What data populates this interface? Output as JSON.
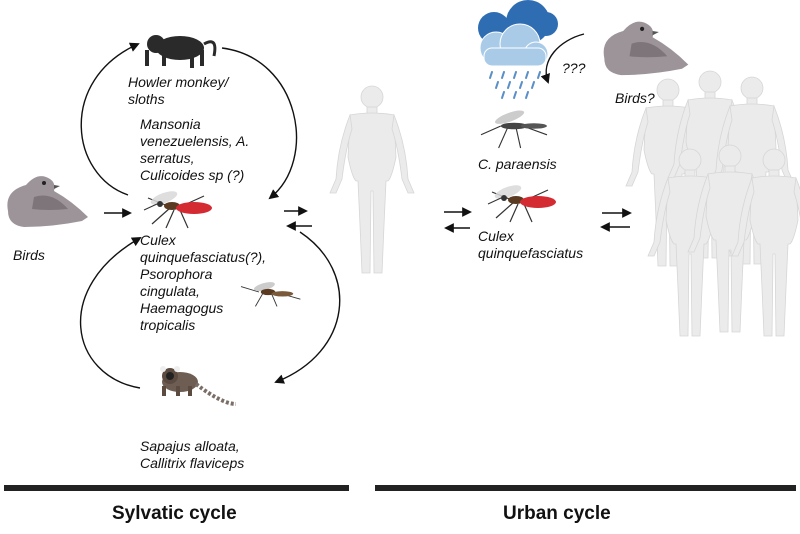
{
  "labels": {
    "howler": "Howler monkey/\nsloths",
    "mansonia": "Mansonia\nvenezuelensis,  A.\nserratus,\nCulicoides sp (?)",
    "birds_left": "Birds",
    "culex_sylvatic": "Culex\nquinquefasciatus(?),\nPsorophora\ncingulata,\nHaemagogus\ntropicalis",
    "sapajus": "Sapajus alloata,\nCallitrix flaviceps",
    "question": "???",
    "birds_right": "Birds?",
    "paraensis": "C. paraensis",
    "culex_urban": "Culex\nquinquefasciatus"
  },
  "footer": {
    "sylvatic": "Sylvatic cycle",
    "urban": "Urban cycle"
  },
  "colors": {
    "human": "#ebebeb",
    "bird": "#9c9499",
    "monkey": "#2a2a2a",
    "cloud_dark": "#2f6db3",
    "cloud_light": "#a9cbe8",
    "rain": "#5a90c8",
    "blood": "#d42a32"
  }
}
